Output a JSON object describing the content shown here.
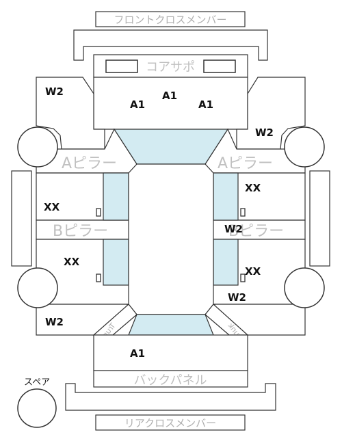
{
  "labels": {
    "front_cross_member": "フロントクロスメンバー",
    "core_support": "コアサポ",
    "a_pillar": "Aピラー",
    "b_pillar": "Bピラー",
    "back_panel": "バックパネル",
    "rear_cross_member": "リアクロスメンバー",
    "spare": "スペア",
    "trunk": "Trunk"
  },
  "marks": {
    "a1": "A1",
    "w2": "W2",
    "xx": "XX"
  }
}
